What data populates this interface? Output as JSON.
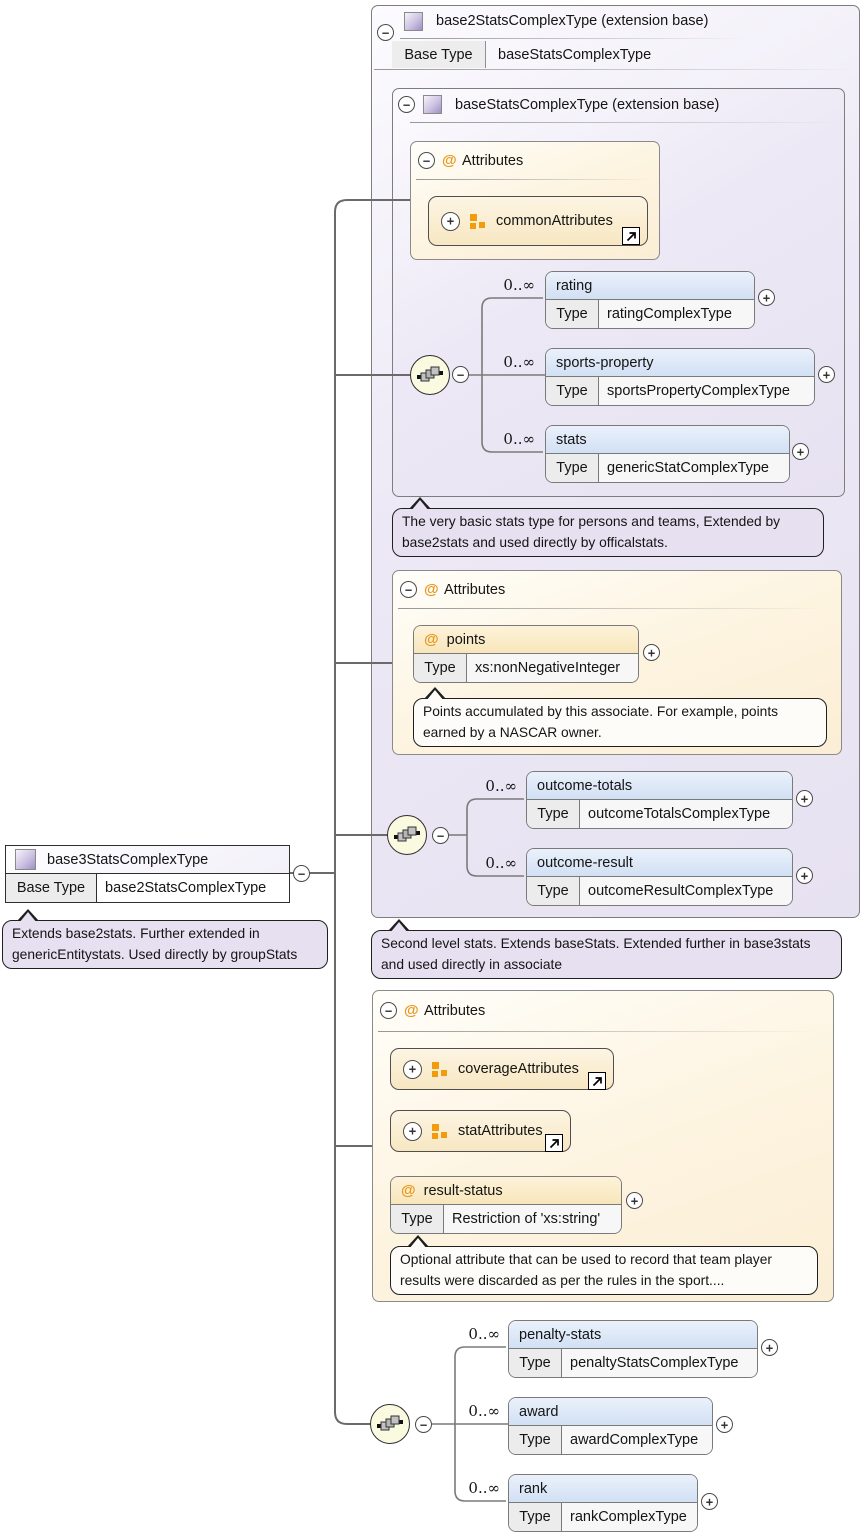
{
  "diagram": {
    "labels": {
      "base_type": "Base Type",
      "type": "Type",
      "attributes": "Attributes"
    },
    "icons": {
      "collapse": "−",
      "expand": "+",
      "attribute": "@"
    },
    "base2": {
      "title": "base2StatsComplexType (extension base)",
      "base_type_value": "baseStatsComplexType",
      "annotation": "Second level stats. Extends baseStats. Extended further in base3stats and used directly in associate"
    },
    "base_stats": {
      "title": "baseStatsComplexType (extension base)",
      "annotation": "The very basic stats type for persons and teams, Extended by base2stats and used directly by officalstats."
    },
    "base3": {
      "title": "base3StatsComplexType",
      "base_type_value": "base2StatsComplexType",
      "annotation": "Extends base2stats. Further extended in genericEntitystats. Used directly by groupStats"
    },
    "attr_group_common": {
      "label": "commonAttributes"
    },
    "attr_group_coverage": {
      "label": "coverageAttributes"
    },
    "attr_group_stat": {
      "label": "statAttributes"
    },
    "attr_points": {
      "name": "points",
      "type_value": "xs:nonNegativeInteger",
      "annotation": "Points accumulated by this associate. For example, points earned by a NASCAR owner."
    },
    "attr_result_status": {
      "name": "result-status",
      "type_value": "Restriction of 'xs:string'",
      "annotation": "Optional attribute that can be used to record that team player results were discarded as per the rules in the sport...."
    },
    "seq1": {
      "cardinality": "0..∞",
      "elements": [
        {
          "name": "rating",
          "type_value": "ratingComplexType"
        },
        {
          "name": "sports-property",
          "type_value": "sportsPropertyComplexType"
        },
        {
          "name": "stats",
          "type_value": "genericStatComplexType"
        }
      ]
    },
    "seq2": {
      "cardinality": "0..∞",
      "elements": [
        {
          "name": "outcome-totals",
          "type_value": "outcomeTotalsComplexType"
        },
        {
          "name": "outcome-result",
          "type_value": "outcomeResultComplexType"
        }
      ]
    },
    "seq3": {
      "cardinality": "0..∞",
      "elements": [
        {
          "name": "penalty-stats",
          "type_value": "penaltyStatsComplexType"
        },
        {
          "name": "award",
          "type_value": "awardComplexType"
        },
        {
          "name": "rank",
          "type_value": "rankComplexType"
        }
      ]
    },
    "colors": {
      "container_fill": "#e9e4f3",
      "attr_section_fill": "#fbf0da",
      "element_header": "#d6e2f5",
      "attr_header": "#fbeccb",
      "annotation_fill": "#e6e0f1",
      "sequence_circle_fill": "#fafae0",
      "icon_orange": "#f09c0c",
      "icon_purple": "#a393c9"
    }
  }
}
